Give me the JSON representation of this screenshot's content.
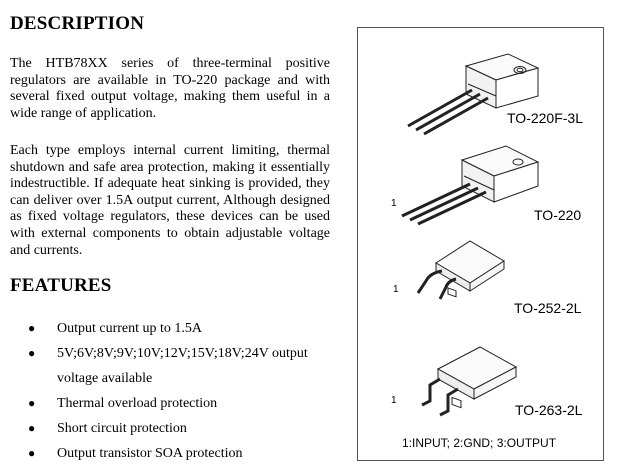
{
  "description": {
    "heading": "DESCRIPTION",
    "paragraph1": "The HTB78XX series of three-terminal positive regulators are available in TO-220 package and with several fixed output voltage, making them useful in a wide range of application.",
    "paragraph2": "Each type employs internal current limiting, thermal shutdown and safe area protection, making it essentially indestructible. If adequate heat sinking is provided, they can deliver over 1.5A output current, Although designed as fixed voltage regulators, these devices can be used with external components to obtain adjustable voltage and currents."
  },
  "features": {
    "heading": "FEATURES",
    "items": [
      "Output current up to 1.5A",
      "5V;6V;8V;9V;10V;12V;15V;18V;24V output voltage available",
      "Thermal overload protection",
      "Short circuit protection",
      "Output transistor SOA protection"
    ]
  },
  "packages": {
    "items": [
      {
        "label": "TO-220F-3L"
      },
      {
        "label": "TO-220",
        "pin1": "1"
      },
      {
        "label": "TO-252-2L",
        "pin1": "1"
      },
      {
        "label": "TO-263-2L",
        "pin1": "1"
      }
    ],
    "pin_legend": "1:INPUT; 2:GND; 3:OUTPUT"
  }
}
